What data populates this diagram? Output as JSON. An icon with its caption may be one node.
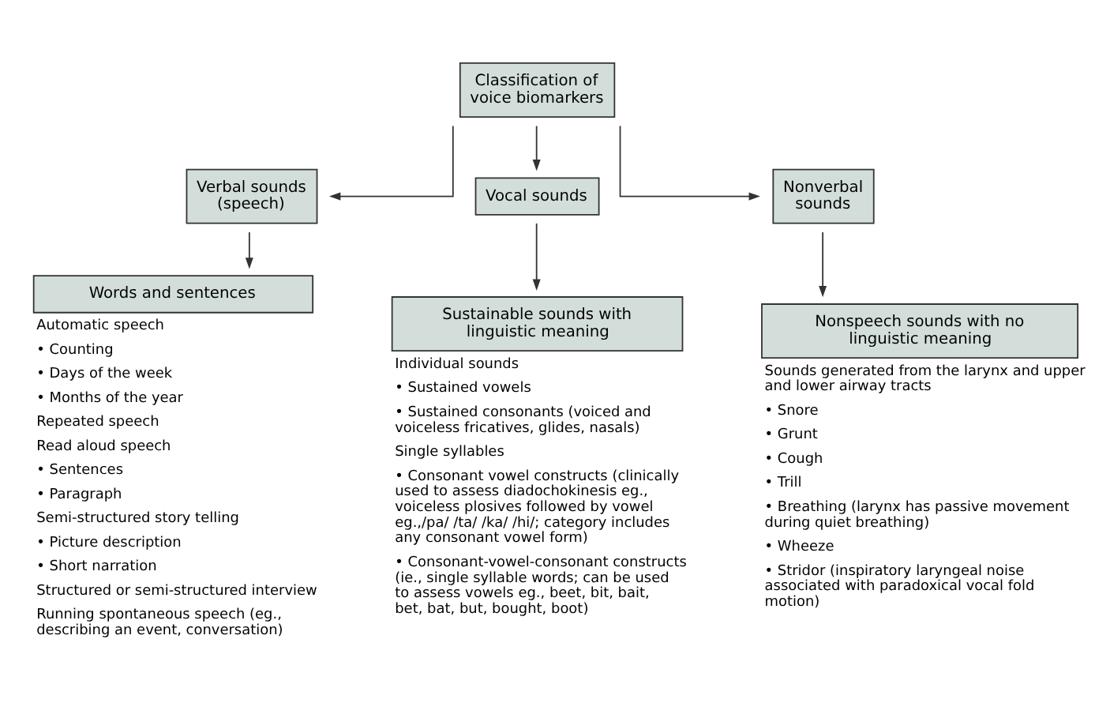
{
  "diagram": {
    "nodes": [
      {
        "text": [
          "Classification of voice biomarkers"
        ]
      },
      {
        "text": [
          "Verbal sounds (speech)"
        ]
      },
      {
        "text": [
          "Vocal sounds"
        ]
      },
      {
        "text": [
          "Nonverbal sounds"
        ]
      },
      {
        "text": [
          "Words and sentences"
        ],
        "beside": [
          "Automatic speech",
          "• Counting",
          "• Days of the week",
          "• Months of the year",
          "Repeated speech",
          "Read aloud speech",
          "• Sentences",
          "• Paragraph",
          "Semi-structured story telling",
          "• Picture description",
          "• Short narration",
          "Structured or semi-structured interview",
          "Running spontaneous speech (eg., describing an event, conversation)"
        ]
      },
      {
        "text": [
          "Sustainable sounds with linguistic meaning"
        ],
        "beside": [
          "Individual sounds",
          "• Sustained vowels",
          "• Sustained consonants (voiced and voiceless fricatives, glides, nasals)",
          "Single syllables",
          "• Consonant vowel constructs (clinically used to assess diadochokinesis eg., voiceless plosives followed by vowel eg.,/pa/ /ta/ /ka/ /hi/; category includes any consonant vowel form)",
          "• Consonant-vowel-consonant constructs (ie., single syllable words; can be used to assess vowels eg., beet, bit, bait, bet, bat, but, bought, boot)"
        ]
      },
      {
        "text": [
          "Nonspeech sounds with no linguistic meaning"
        ],
        "beside": [
          "Sounds generated from the larynx and upper and lower airway tracts",
          "• Snore",
          "• Grunt",
          "• Cough",
          "• Trill",
          "• Breathing (larynx has passive movement during quiet breathing)",
          "• Wheeze",
          "• Stridor (inspiratory laryngeal noise associated with paradoxical vocal fold motion)"
        ]
      }
    ],
    "edges": [
      {
        "from": 0,
        "to": 1,
        "arrow": "to"
      },
      {
        "from": 0,
        "to": 2,
        "arrow": "to"
      },
      {
        "from": 0,
        "to": 3,
        "arrow": "to"
      },
      {
        "from": 1,
        "to": 4,
        "arrow": "to"
      },
      {
        "from": 2,
        "to": 5,
        "arrow": "to"
      },
      {
        "from": 3,
        "to": 6,
        "arrow": "to"
      }
    ]
  }
}
